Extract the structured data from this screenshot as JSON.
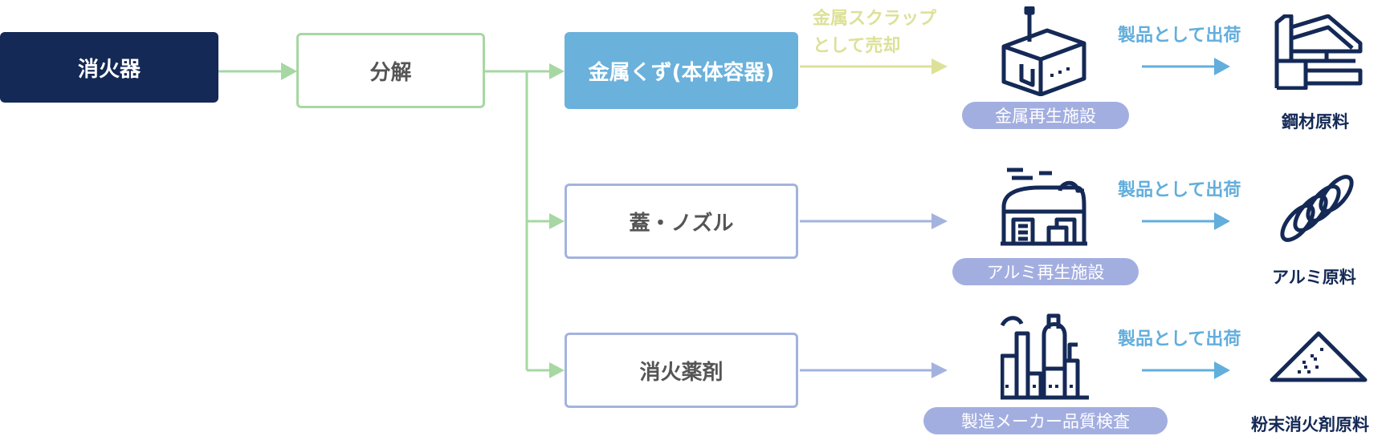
{
  "colors": {
    "navy": "#142956",
    "green_line": "#a7d7a3",
    "blue_box": "#6ab1db",
    "lavender": "#a3b3de",
    "pill": "#a3aee0",
    "scrap_text": "#dde198",
    "ship_text": "#62aedc"
  },
  "source": {
    "label": "消火器"
  },
  "step": {
    "label": "分解"
  },
  "outputs": [
    {
      "label": "金属くず(本体容器)",
      "facility": "金属再生施設",
      "material": "鋼材原料",
      "ship_label": "製品として出荷",
      "facility_icon": "factory-icon",
      "material_icon": "steel-frame-icon"
    },
    {
      "label": "蓋・ノズル",
      "facility": "アルミ再生施設",
      "material": "アルミ原料",
      "ship_label": "製品として出荷",
      "facility_icon": "warehouse-icon",
      "material_icon": "coil-spring-icon"
    },
    {
      "label": "消火薬剤",
      "facility": "製造メーカー品質検査",
      "material": "粉末消火剤原料",
      "ship_label": "製品として出荷",
      "facility_icon": "plant-icon",
      "material_icon": "powder-pile-icon"
    }
  ],
  "scrap_note": {
    "line1": "金属スクラップ",
    "line2": "として売却"
  }
}
